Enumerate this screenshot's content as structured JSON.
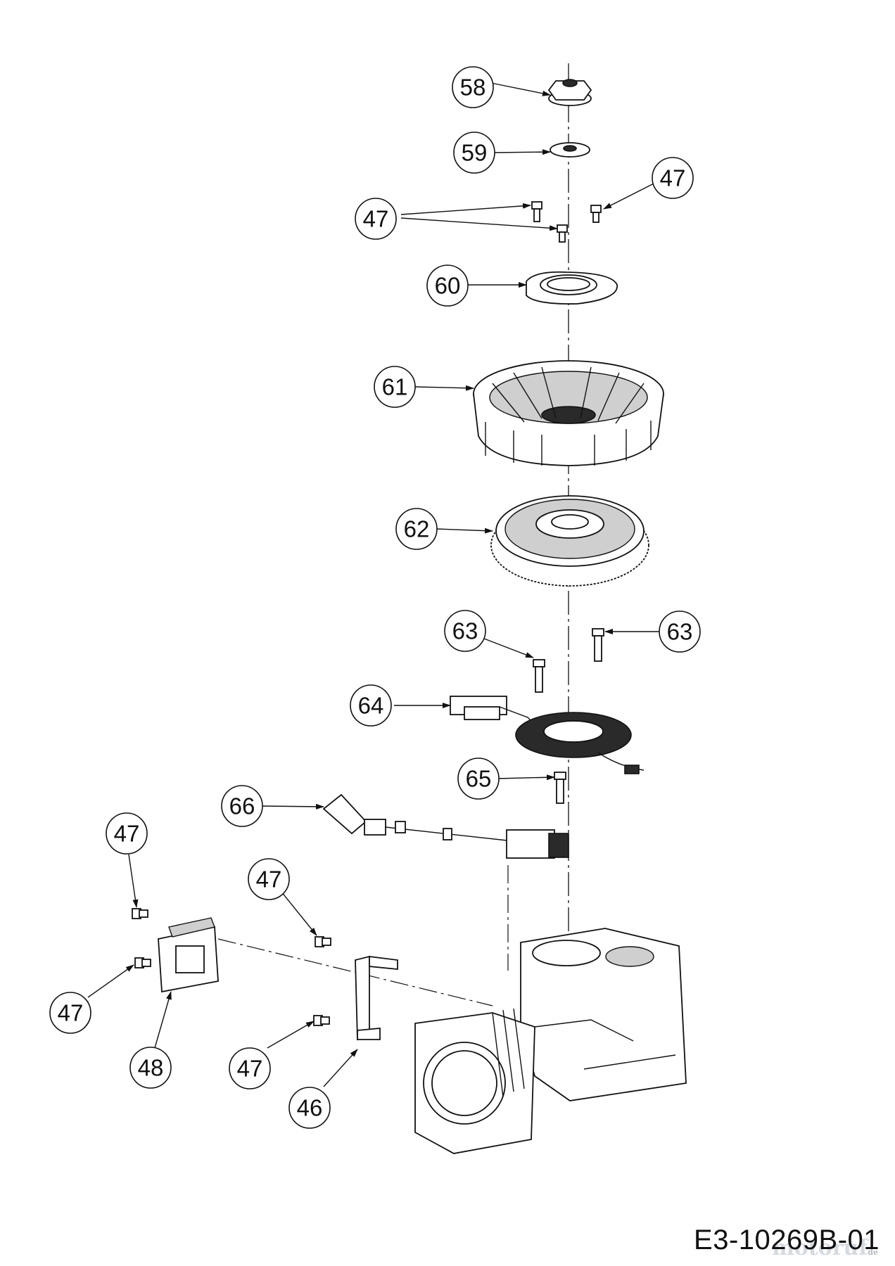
{
  "drawing_code": "E3-10269B-01",
  "watermark": {
    "text": "motoruf",
    "suffix": "de"
  },
  "callouts": {
    "c58": "58",
    "c59": "59",
    "c47a": "47",
    "c47b": "47",
    "c60": "60",
    "c61": "61",
    "c62": "62",
    "c63a": "63",
    "c63b": "63",
    "c64": "64",
    "c65": "65",
    "c66": "66",
    "c47c": "47",
    "c47d": "47",
    "c47e": "47",
    "c47f": "47",
    "c48": "48",
    "c46": "46"
  }
}
